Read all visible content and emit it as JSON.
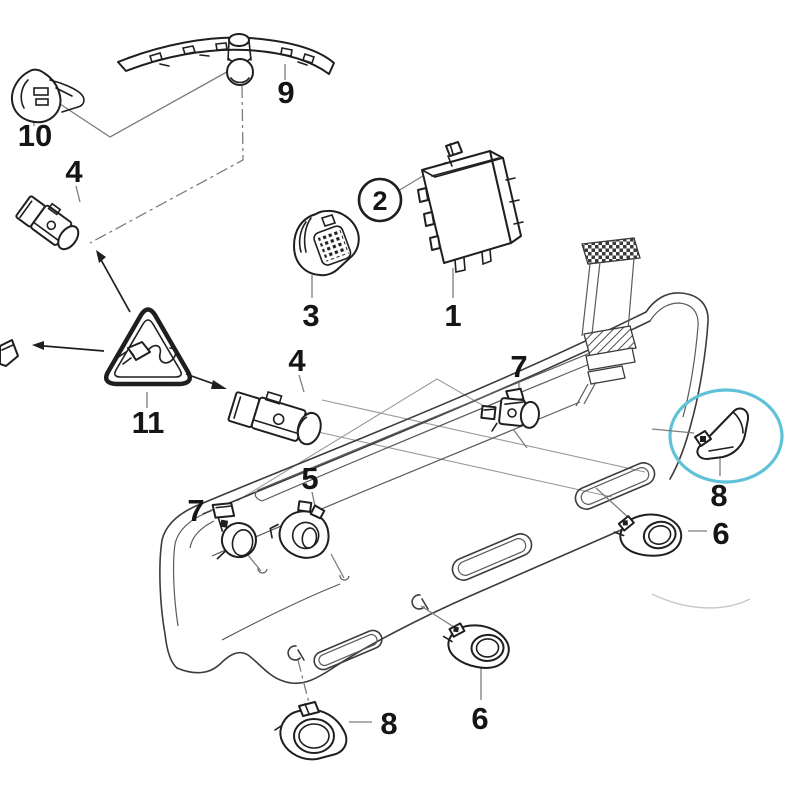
{
  "diagram": {
    "type": "exploded-parts-line-diagram",
    "colors": {
      "background": "#ffffff",
      "line": "#1f1f1f",
      "leader": "#7d7d7d",
      "highlight": "#5fc2d8"
    },
    "highlight": {
      "shape": "ellipse",
      "target_callout": "8"
    },
    "callouts": [
      {
        "id": "part-1-control-module",
        "text": "1"
      },
      {
        "id": "part-2-screw-circled",
        "text": "2"
      },
      {
        "id": "part-3-round-connector",
        "text": "3"
      },
      {
        "id": "part-4-sensor-upper",
        "text": "4"
      },
      {
        "id": "part-4-sensor-middle",
        "text": "4"
      },
      {
        "id": "part-5-holder",
        "text": "5"
      },
      {
        "id": "part-6-holder-right",
        "text": "6"
      },
      {
        "id": "part-6-holder-bottom",
        "text": "6"
      },
      {
        "id": "part-7-holder-left",
        "text": "7"
      },
      {
        "id": "part-7-holder-upper",
        "text": "7"
      },
      {
        "id": "part-8-bracket-highlighted",
        "text": "8"
      },
      {
        "id": "part-8-bracket-bottom",
        "text": "8"
      },
      {
        "id": "part-9-trim-strip",
        "text": "9"
      },
      {
        "id": "part-10-sensor-ring",
        "text": "10"
      },
      {
        "id": "part-11-warning-triangle",
        "text": "11"
      }
    ]
  }
}
